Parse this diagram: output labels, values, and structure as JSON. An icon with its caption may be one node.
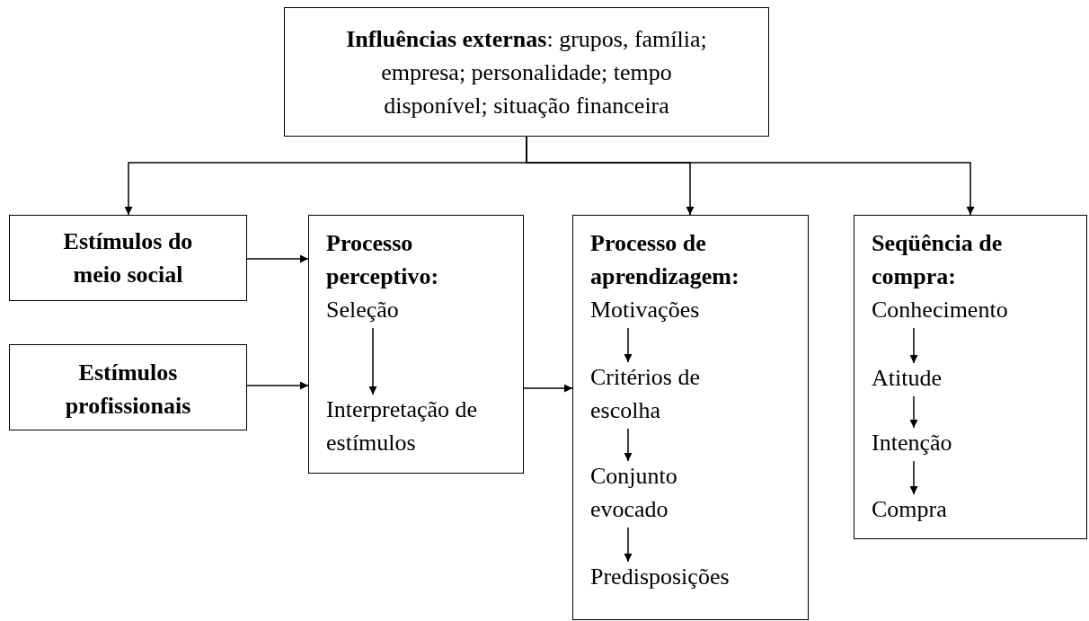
{
  "diagram": {
    "nodes": [
      {
        "text": [
          "**Influências externas**: grupos, família; empresa; personalidade; tempo disponível; situação financeira"
        ]
      },
      {
        "text": [
          "Estímulos do meio social"
        ]
      },
      {
        "text": [
          "Estímulos profissionais"
        ]
      },
      {
        "text": [
          "Processo perceptivo:"
        ]
      },
      {
        "text": [
          "Seleção"
        ],
        "in": 3
      },
      {
        "text": [
          "Interpretação de estímulos"
        ],
        "in": 3
      },
      {
        "text": [
          "Processo de aprendizagem:"
        ]
      },
      {
        "text": [
          "Motivações"
        ],
        "in": 6
      },
      {
        "text": [
          "Critérios de escolha"
        ],
        "in": 6
      },
      {
        "text": [
          "Conjunto evocado"
        ],
        "in": 6
      },
      {
        "text": [
          "Predisposições"
        ],
        "in": 6
      },
      {
        "text": [
          "Seqüência de compra:"
        ]
      },
      {
        "text": [
          "Conhecimento"
        ],
        "in": 11
      },
      {
        "text": [
          "Atitude"
        ],
        "in": 11
      },
      {
        "text": [
          "Intenção"
        ],
        "in": 11
      },
      {
        "text": [
          "Compra"
        ],
        "in": 11
      }
    ],
    "edges": [
      {
        "from": 0,
        "to": 1,
        "arrow": "to"
      },
      {
        "from": 0,
        "to": 6,
        "arrow": "to"
      },
      {
        "from": 0,
        "to": 11,
        "arrow": "to"
      },
      {
        "from": 1,
        "to": 3,
        "arrow": "to"
      },
      {
        "from": 2,
        "to": 3,
        "arrow": "to"
      },
      {
        "from": 3,
        "to": 6,
        "arrow": "to"
      },
      {
        "from": 4,
        "to": 5,
        "arrow": "to"
      },
      {
        "from": 7,
        "to": 8,
        "arrow": "to"
      },
      {
        "from": 8,
        "to": 9,
        "arrow": "to"
      },
      {
        "from": 9,
        "to": 10,
        "arrow": "to"
      },
      {
        "from": 12,
        "to": 13,
        "arrow": "to"
      },
      {
        "from": 13,
        "to": 14,
        "arrow": "to"
      },
      {
        "from": 14,
        "to": 15,
        "arrow": "to"
      }
    ]
  }
}
